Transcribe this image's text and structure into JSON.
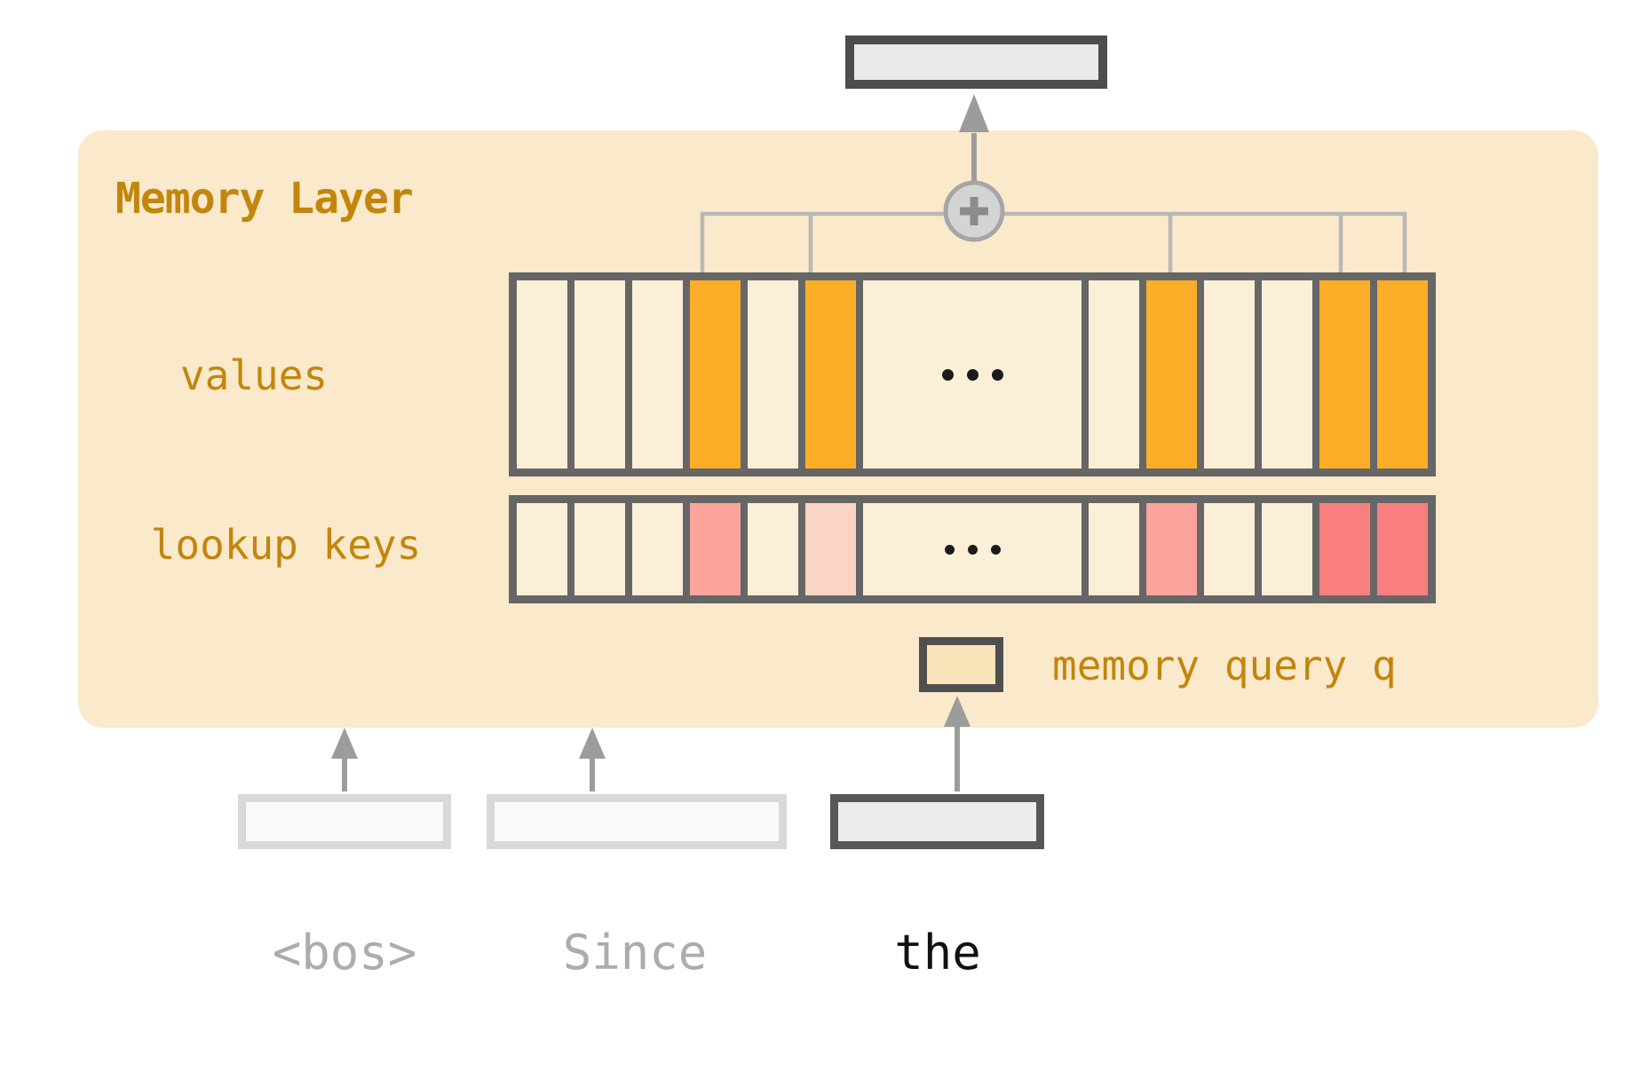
{
  "panel": {
    "title": "Memory Layer"
  },
  "labels": {
    "values": "values",
    "lookup_keys": "lookup keys",
    "memory_query": "memory query q"
  },
  "rows": {
    "values": {
      "name": "values-row",
      "cells": [
        "empty",
        "empty",
        "empty",
        "orange",
        "empty",
        "orange",
        "ellipsis",
        "empty",
        "orange",
        "empty",
        "empty",
        "orange",
        "orange"
      ]
    },
    "keys": {
      "name": "lookup-keys-row",
      "cells": [
        "empty",
        "empty",
        "empty",
        "pink-mid",
        "empty",
        "pink-soft",
        "ellipsis",
        "empty",
        "pink-mid",
        "empty",
        "empty",
        "pink-strong",
        "pink-strong"
      ]
    }
  },
  "ellipsis_dots": 3,
  "tokens": [
    {
      "text": "<bos>",
      "state": "faded"
    },
    {
      "text": "Since",
      "state": "faded"
    },
    {
      "text": "the",
      "state": "active"
    }
  ],
  "icons": {
    "sum_node": "plus-in-circle",
    "arrows": [
      "output-arrow-up",
      "bos-arrow-up",
      "since-arrow-up",
      "query-arrow-up"
    ]
  },
  "colors": {
    "accent_label": "#C2860D",
    "panel_bg": "#FBE9CB",
    "cell_bg": "#FCEFD7",
    "cell_border": "#666666",
    "value_highlight_orange": "#FCAE28",
    "key_pink_soft": "#FCD4C3",
    "key_pink_mid": "#FAA49C",
    "key_pink_strong": "#F97F7F",
    "output_box_fill": "#EAEAEA",
    "output_box_border": "#4D4D4D",
    "query_box_fill": "#FBE3BA",
    "faded_box_border": "#D9D9D9",
    "faded_box_fill": "#F9F9F9",
    "active_box_border": "#575757",
    "arrow_gray": "#9C9C9C",
    "connector_gray": "#B8B8B8",
    "sum_circle_fill": "#D4D4D4",
    "sum_circle_ring": "#A6A6A6",
    "sum_plus": "#8B8B8B",
    "token_faded": "#ACACAC",
    "token_active": "#111111",
    "ellipsis_dot": "#1B1B1B"
  }
}
